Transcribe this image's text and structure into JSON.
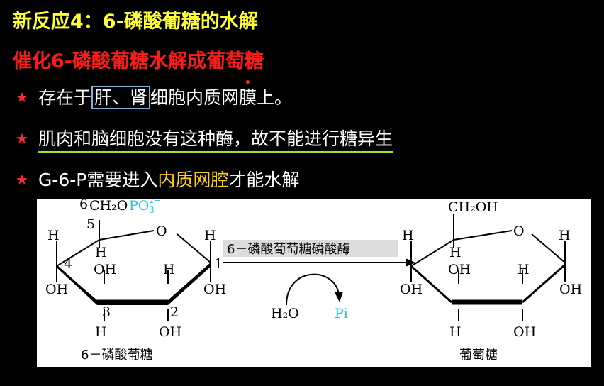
{
  "title": "新反应4：6-磷酸葡糖的水解",
  "subtitle": "催化6-磷酸葡糖水解成葡萄糖",
  "bullets": {
    "b1_boxed": "肝、肾",
    "b1_prefix": "存在于",
    "b1_suffix": "细胞内质网膜上。",
    "b2": "肌肉和脑细胞没有这种酶，故不能进行糖异生",
    "b3_prefix": "G-6-P需要进入",
    "b3_highlight": "内质网腔",
    "b3_suffix": "才能水解"
  },
  "diagram": {
    "left_label": "6－磷酸葡糖",
    "right_label": "葡萄糖",
    "enzyme": "6－磷酸葡萄糖磷酸酶",
    "h2o": "H₂O",
    "pi": "Pi",
    "ch2o": "CH₂O",
    "po3": "PO",
    "po3_sub": "3",
    "po3_sup": "2−",
    "ch2oh": "CH₂OH",
    "num6": "6",
    "num5": "5",
    "num4": "4",
    "num3": "3",
    "num2": "2",
    "num1": "1",
    "o": "O",
    "h": "H",
    "oh": "OH"
  },
  "colors": {
    "title": "#ffff33",
    "subtitle": "#ff1a1a",
    "star": "#ff2a2a",
    "highlight": "#ffd11a",
    "underline": "#9be32d",
    "box": "#7fb3d5",
    "cyan": "#1ec8e0"
  }
}
